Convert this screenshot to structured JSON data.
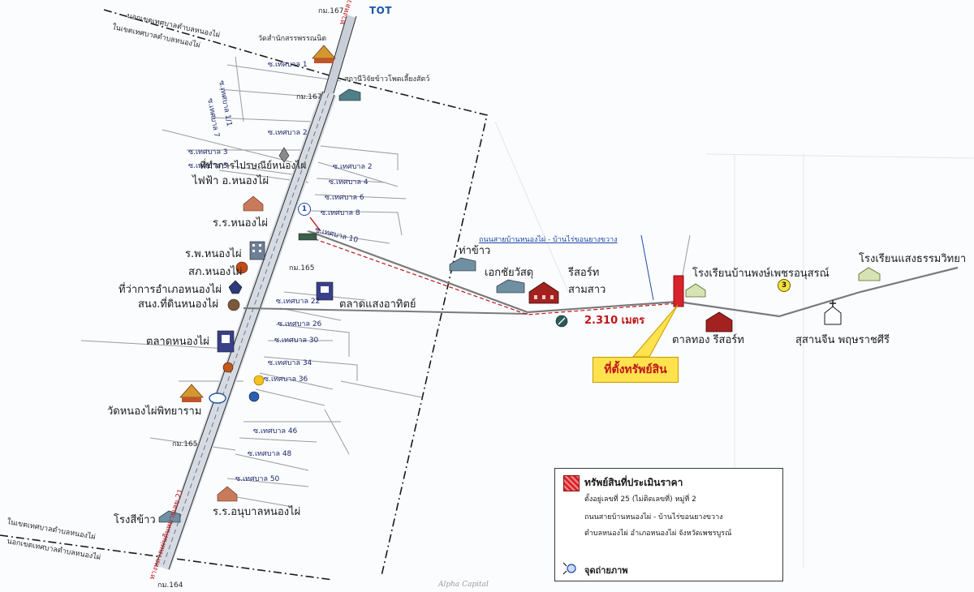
{
  "colors": {
    "highway": "#d6dbe3",
    "highway_edge": "#2b2b2b",
    "district_line": "#1a1a1a",
    "road": "#6b6b6b",
    "minor_road": "#9a9aa0",
    "access_road": "#b35a5a",
    "property": "#d8232a",
    "callout": "#ffe24d",
    "label_blue": "#1a47a8"
  },
  "header": {
    "tot_logo": "TOT",
    "km_top": "กม.167"
  },
  "boundaries": {
    "top_outside": "นอกเขตเทศบาลตำบลหนองไผ่",
    "top_inside": "ในเขตเทศบาลตำบลหนองไผ่",
    "bottom_inside": "ในเขตเทศบาลตำบลหนองไผ่",
    "bottom_outside": "นอกเขตเทศบาลตำบลหนองไผ่"
  },
  "highway_labels": [
    "ทางหลวงแผ่นดินหมายเลข 21",
    "ทางหลวงแผ่นดินหมายเลข 21"
  ],
  "km_posts": [
    "กม.167",
    "กม.165",
    "กม.165",
    "กม.164"
  ],
  "sois": [
    "ซ.เทศบาล 1",
    "ซ.เทศบาล 2",
    "ซ.เทศบาล 3",
    "ซ.เทศบาล 5",
    "ซ.เทศบาล 2",
    "ซ.เทศบาล 4",
    "ซ.เทศบาล 6",
    "ซ.เทศบาล 8",
    "ซ.เทศบาล 10",
    "ซ.เทศบาล 22",
    "ซ.เทศบาล 26",
    "ซ.เทศบาล 30",
    "ซ.เทศบาล 34",
    "ซ.เทศบาล 36",
    "ซ.เทศบาล 46",
    "ซ.เทศบาล 48",
    "ซ.เทศบาล 50",
    "ซ.เทศบาล 1/1",
    "ซ.เทศบาล 7"
  ],
  "places": {
    "temple_north": "วัดสำนักสรรพรรณนิต",
    "agri_station": "สถานีวิจัยข้าวโพดเลี้ยงสัตว์",
    "mail": "ที่ทำการไปรษณีย์หนองไผ่",
    "school_fire": "ไฟฟ้า อ.หนองไผ่",
    "school": "ร.ร.หนองไผ่",
    "hospital": "ร.พ.หนองไผ่",
    "police": "สภ.หนองไผ่",
    "district_office": "ที่ว่าการอำเภอหนองไผ่",
    "land_office": "สนง.ที่ดินหนองไผ่",
    "market_sang": "ตลาดแสงอาทิตย์",
    "market_nong": "ตลาดหนองไผ่",
    "temple_south": "วัดหนองไผ่พิทยาราม",
    "kindergarten": "ร.ร.อนุบาลหนองไผ่",
    "rice_mill": "โรงสีข้าว",
    "tha_khao": "ท่าข้าว",
    "ek_chai": "เอกชัยวัสดุ",
    "resort_1": "รีสอร์ท",
    "resort_2": "สามสาว",
    "school_east": "โรงเรียนบ้านพงษ์เพชรอนุสรณ์",
    "school_far": "โรงเรียนแสงธรรมวิทยา",
    "resort_east": "ตาลทอง รีสอร์ท",
    "cemetery": "สุสานจีน พฤษราชศีรี"
  },
  "road_name": "ถนนสายบ้านหนองไผ่ - บ้านไร่ขอนยางขวาง",
  "distance": "2.310 เมตร",
  "markers": {
    "photo_1": "1",
    "photo_3": "3"
  },
  "property_callout": "ที่ตั้งทรัพย์สิน",
  "legend": {
    "title": "ทรัพย์สินที่ประเมินราคา",
    "line1": "ตั้งอยู่เลขที่ 25 (ไม่ติดเลขที่) หมู่ที่ 2",
    "line2": "ถนนสายบ้านหนองไผ่ - บ้านไร่ขอนยางขวาง",
    "line3": "ตำบลหนองไผ่ อำเภอหนองไผ่ จังหวัดเพชรบูรณ์",
    "photo_point": "จุดถ่ายภาพ"
  },
  "watermark": "Alpha Capital"
}
